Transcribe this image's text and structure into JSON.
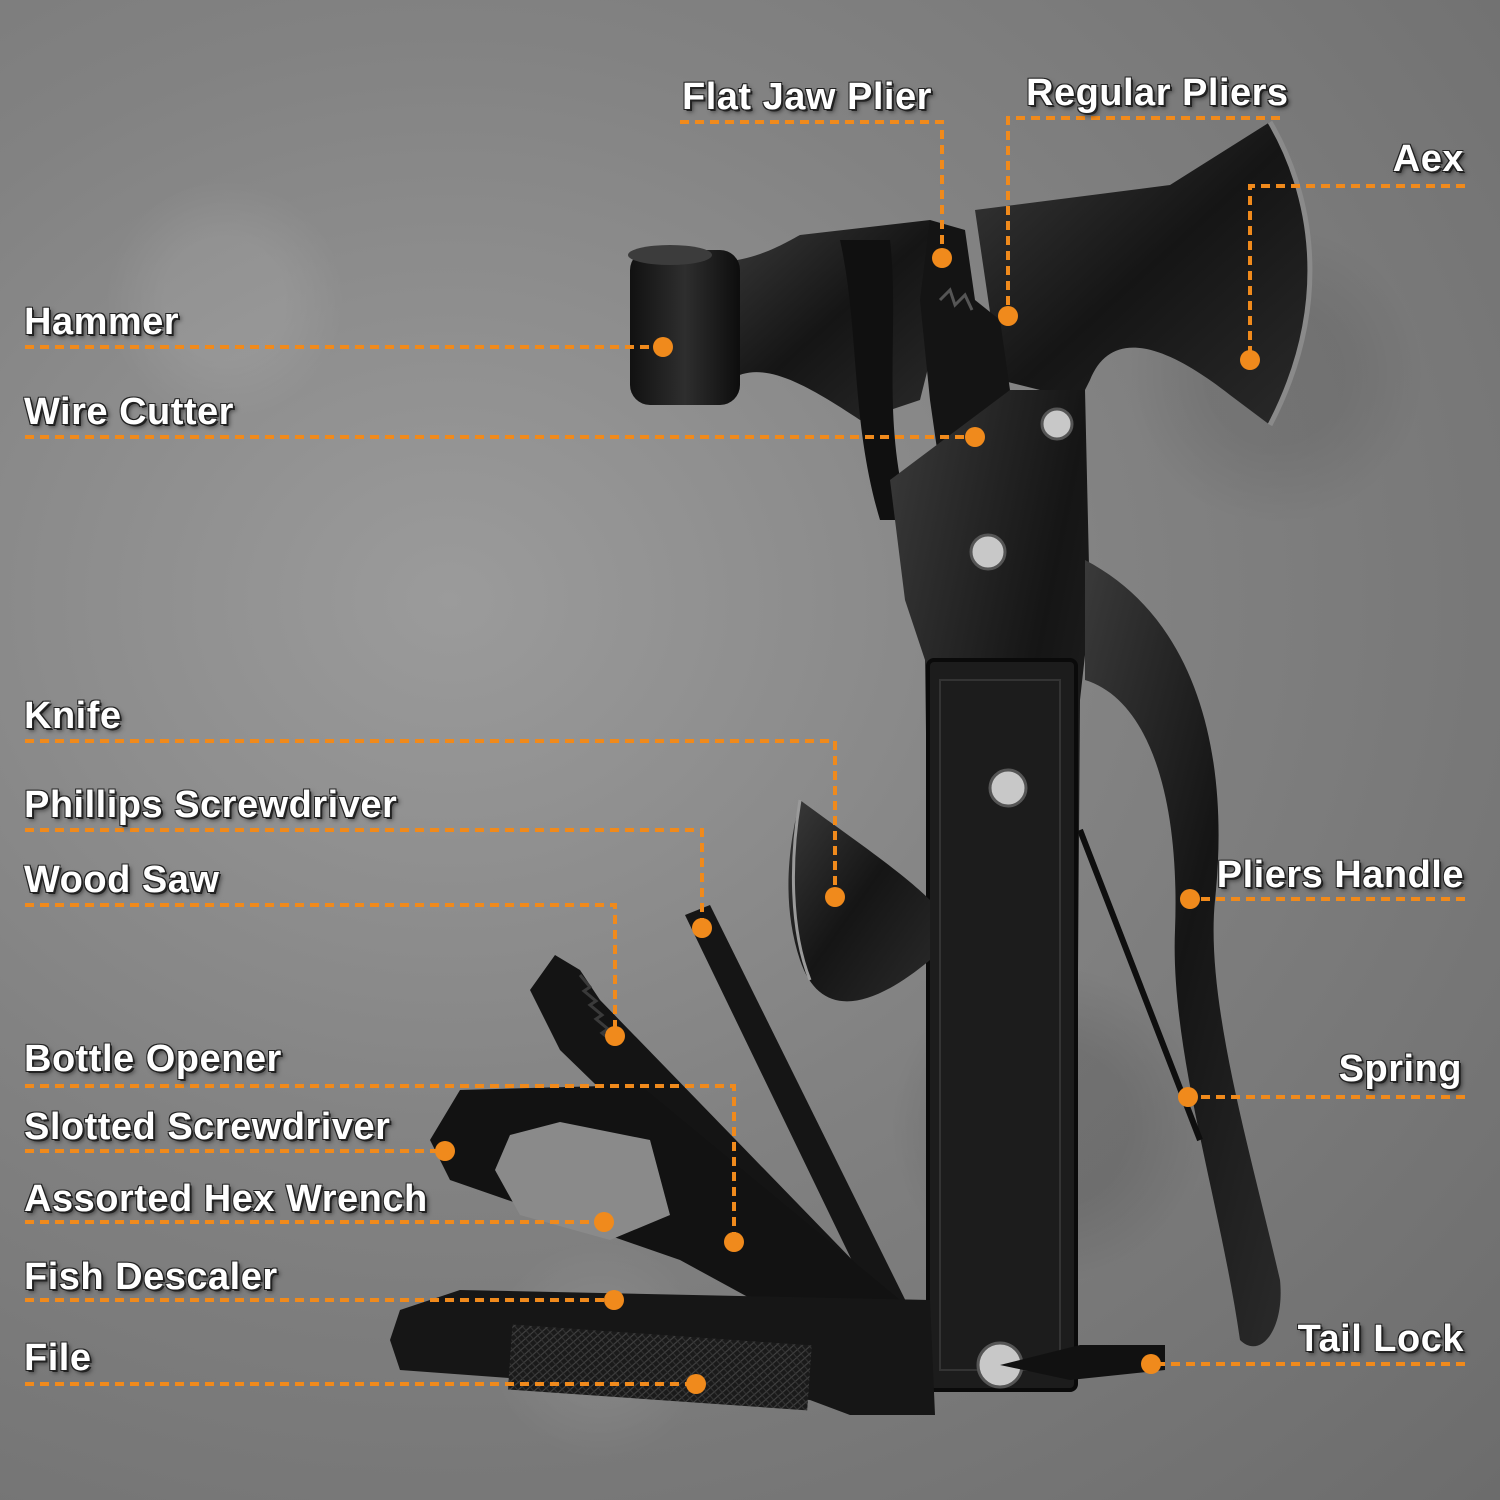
{
  "accent_color": "#f08a1c",
  "labels": {
    "flat_jaw_plier": "Flat Jaw Plier",
    "regular_pliers": "Regular Pliers",
    "aex": "Aex",
    "hammer": "Hammer",
    "wire_cutter": "Wire Cutter",
    "knife": "Knife",
    "phillips_screwdriver": "Phillips Screwdriver",
    "wood_saw": "Wood Saw",
    "pliers_handle": "Pliers Handle",
    "bottle_opener": "Bottle Opener",
    "slotted_screwdriver": "Slotted Screwdriver",
    "assorted_hex_wrench": "Assorted Hex Wrench",
    "fish_descaler": "Fish Descaler",
    "spring": "Spring",
    "file": "File",
    "tail_lock": "Tail Lock"
  }
}
